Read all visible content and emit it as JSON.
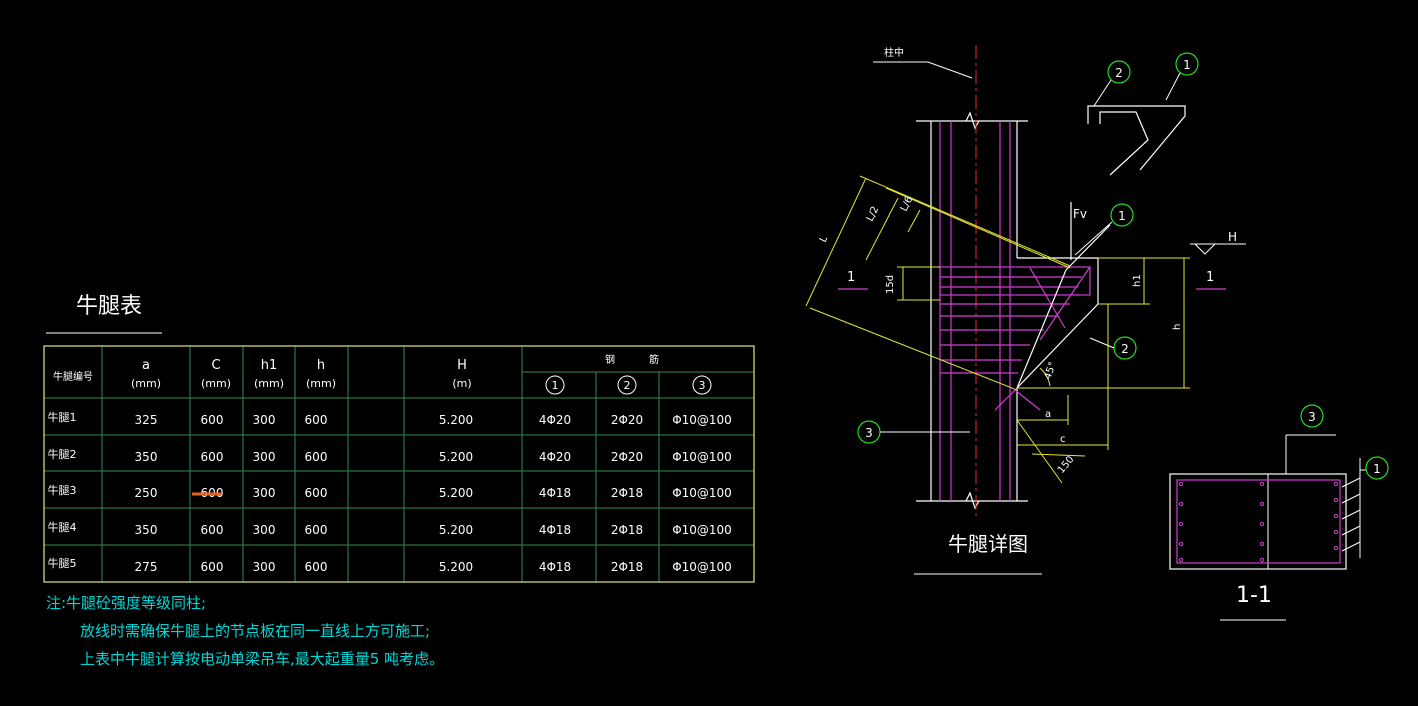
{
  "table": {
    "title": "牛腿表",
    "headers": {
      "id": "牛腿编号",
      "a": "a",
      "a_unit": "(mm)",
      "c": "C",
      "c_unit": "(mm)",
      "h1": "h1",
      "h1_unit": "(mm)",
      "h": "h",
      "h_unit": "(mm)",
      "H": "H",
      "H_unit": "(m)",
      "rebar_1": "钢",
      "rebar_2": "筋",
      "sub1": "1",
      "sub2": "2",
      "sub3": "3"
    },
    "rows": [
      {
        "id": "牛腿1",
        "a": "325",
        "c": "600",
        "h1": "300",
        "h": "600",
        "H": "5.200",
        "r1": "4Φ20",
        "r2": "2Φ20",
        "r3": "Φ10@100"
      },
      {
        "id": "牛腿2",
        "a": "350",
        "c": "600",
        "h1": "300",
        "h": "600",
        "H": "5.200",
        "r1": "4Φ20",
        "r2": "2Φ20",
        "r3": "Φ10@100"
      },
      {
        "id": "牛腿3",
        "a": "250",
        "c": "600",
        "h1": "300",
        "h": "600",
        "H": "5.200",
        "r1": "4Φ18",
        "r2": "2Φ18",
        "r3": "Φ10@100"
      },
      {
        "id": "牛腿4",
        "a": "350",
        "c": "600",
        "h1": "300",
        "h": "600",
        "H": "5.200",
        "r1": "4Φ18",
        "r2": "2Φ18",
        "r3": "Φ10@100"
      },
      {
        "id": "牛腿5",
        "a": "275",
        "c": "600",
        "h1": "300",
        "h": "600",
        "H": "5.200",
        "r1": "4Φ18",
        "r2": "2Φ18",
        "r3": "Φ10@100"
      }
    ]
  },
  "notes": {
    "line1": "注:牛腿砼强度等级同柱;",
    "line2": "放线时需确保牛腿上的节点板在同一直线上方可施工;",
    "line3": "上表中牛腿计算按电动单梁吊车,最大起重量5 吨考虑。"
  },
  "detail": {
    "title": "牛腿详图",
    "column_center": "柱中",
    "fv": "Fv",
    "h_label": "H",
    "section_mark": "1",
    "dim_L": "L",
    "dim_L2": "L/2",
    "dim_L6": "L/6",
    "dim_15d": "15d",
    "dim_h1": "h1",
    "dim_h": "h",
    "dim_a": "a",
    "dim_c": "c",
    "dim_150": "150",
    "angle": "45°",
    "callout_1": "1",
    "callout_2": "2",
    "callout_3": "3"
  },
  "section": {
    "title": "1-1",
    "callout_1": "1",
    "callout_3": "3"
  },
  "colors": {
    "background": "#000000",
    "grid": "#2e8b57",
    "border": "#e6e66e",
    "text": "#ffffff",
    "note": "#00d8d8",
    "rebar": "#d23cd2",
    "dimension": "#e6e632",
    "callout": "#22dd22",
    "accent": "#e8641e"
  }
}
